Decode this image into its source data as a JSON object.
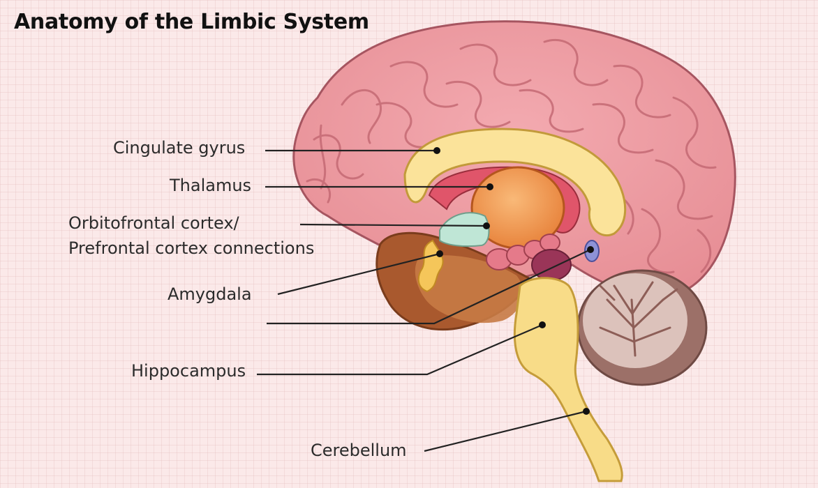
{
  "title": "Anatomy of the Limbic System",
  "labels": {
    "cingulate_gyrus": "Cingulate gyrus",
    "thalamus": "Thalamus",
    "orbitofrontal_line1": "Orbitofrontal cortex/",
    "orbitofrontal_line2": "Prefrontal cortex connections",
    "amygdala": "Amygdala",
    "hippocampus": "Hippocampus",
    "cerebellum": "Cerebellum"
  },
  "colors": {
    "background": "#fbe9e9",
    "cortex": "#ee9aa0",
    "cingulate": "#fbe39a",
    "thalamus": "#f3a25c",
    "brainstem": "#f8dc88",
    "cerebellum": "#c9a39a",
    "leader_lines": "#222222"
  }
}
